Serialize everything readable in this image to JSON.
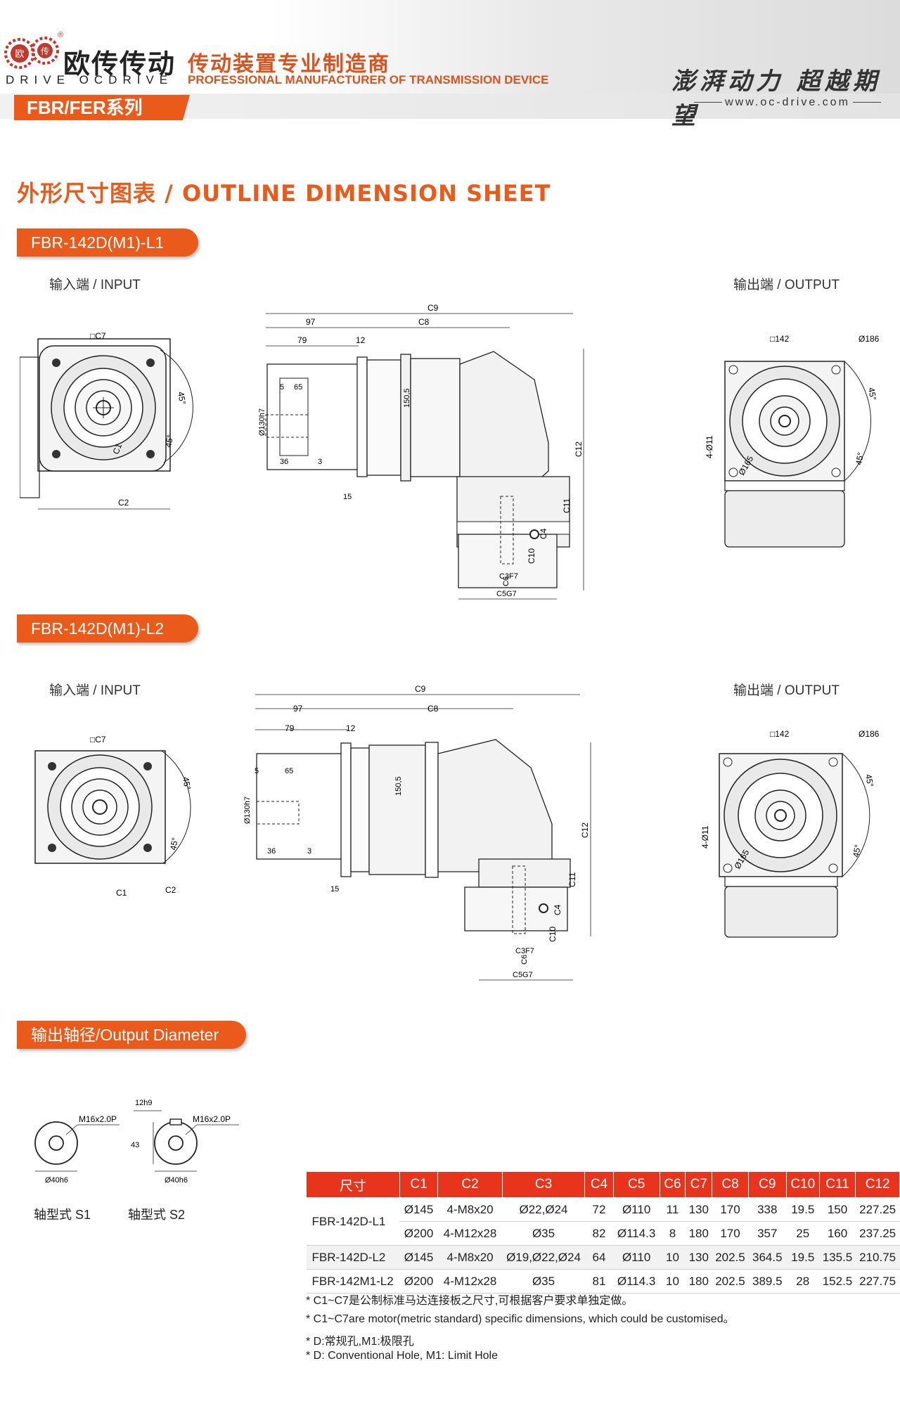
{
  "header": {
    "brand_cn": "欧传传动",
    "brand_en": "DRIVE OCDRIVE",
    "logo_cn_left": "欧",
    "logo_cn_right": "传",
    "registered": "®",
    "slogan_cn": "传动装置专业制造商",
    "slogan_en": "PROFESSIONAL MANUFACTURER OF TRANSMISSION DEVICE",
    "series": "FBR/FER系列",
    "motto": "澎湃动力 超越期望",
    "website": "www.oc-drive.com"
  },
  "page_title": "外形尺寸图表 / OUTLINE DIMENSION SHEET",
  "models": {
    "l1": "FBR-142D(M1)-L1",
    "l2": "FBR-142D(M1)-L2"
  },
  "labels": {
    "input": "输入端 / INPUT",
    "output": "输出端 / OUTPUT"
  },
  "dims": {
    "c7": "□C7",
    "c1": "C1",
    "c2": "C2",
    "c3": "C3F7",
    "c4": "C4",
    "c5": "C5G7",
    "c6": "C6",
    "c8": "C8",
    "c9": "C9",
    "c10": "C10",
    "c11": "C11",
    "c12": "C12",
    "deg45": "45°",
    "d97": "97",
    "d79": "79",
    "d12": "12",
    "d5": "5",
    "d65": "65",
    "d36": "36",
    "d3": "3",
    "d15": "15",
    "d150": "150,5",
    "d130": "Ø130h7",
    "sq142": "□142",
    "d186": "Ø186",
    "d165": "Ø165",
    "holes": "4-Ø11"
  },
  "output_diameter": {
    "title": "输出轴径/Output Diameter",
    "thread": "M16x2.0P",
    "shaft": "Ø40h6",
    "key_width": "12h9",
    "key_height": "43",
    "s1": "轴型式 S1",
    "s2": "轴型式 S2"
  },
  "table": {
    "headers": [
      "尺寸",
      "C1",
      "C2",
      "C3",
      "C4",
      "C5",
      "C6",
      "C7",
      "C8",
      "C9",
      "C10",
      "C11",
      "C12"
    ],
    "rows": [
      {
        "model": "FBR-142D-L1",
        "c1": "Ø145",
        "c2": "4-M8x20",
        "c3": "Ø22,Ø24",
        "c4": "72",
        "c5": "Ø110",
        "c6": "11",
        "c7": "130",
        "c8": "170",
        "c9": "338",
        "c10": "19.5",
        "c11": "150",
        "c12": "227.25"
      },
      {
        "model": "",
        "c1": "Ø200",
        "c2": "4-M12x28",
        "c3": "Ø35",
        "c4": "82",
        "c5": "Ø114.3",
        "c6": "8",
        "c7": "180",
        "c8": "170",
        "c9": "357",
        "c10": "25",
        "c11": "160",
        "c12": "237.25"
      },
      {
        "model": "FBR-142D-L2",
        "c1": "Ø145",
        "c2": "4-M8x20",
        "c3": "Ø19,Ø22,Ø24",
        "c4": "64",
        "c5": "Ø110",
        "c6": "10",
        "c7": "130",
        "c8": "202.5",
        "c9": "364.5",
        "c10": "19.5",
        "c11": "135.5",
        "c12": "210.75"
      },
      {
        "model": "FBR-142M1-L2",
        "c1": "Ø200",
        "c2": "4-M12x28",
        "c3": "Ø35",
        "c4": "81",
        "c5": "Ø114.3",
        "c6": "10",
        "c7": "180",
        "c8": "202.5",
        "c9": "389.5",
        "c10": "28",
        "c11": "152.5",
        "c12": "227.75"
      }
    ]
  },
  "notes": [
    "* C1~C7是公制标准马达连接板之尺寸,可根据客户要求单独定做。",
    "* C1~C7are motor(metric standard)  specific dimensions, which could be customised。",
    "* D:常规孔,M1:极限孔",
    "* D: Conventional Hole, M1: Limit Hole"
  ],
  "colors": {
    "accent": "#e95a1b",
    "table_header": "#e8341c"
  }
}
